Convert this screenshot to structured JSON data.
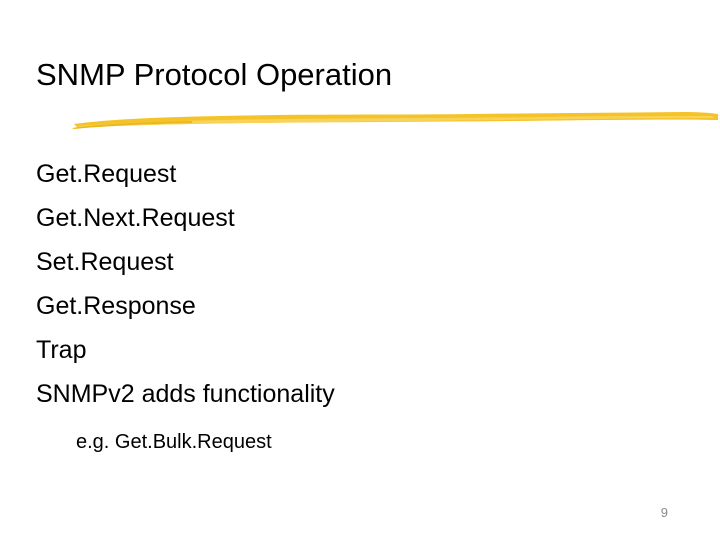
{
  "slide": {
    "title": "SNMP Protocol Operation",
    "bullets": [
      {
        "text": "Get.Request",
        "level": 1
      },
      {
        "text": "Get.Next.Request",
        "level": 1
      },
      {
        "text": "Set.Request",
        "level": 1
      },
      {
        "text": "Get.Response",
        "level": 1
      },
      {
        "text": "Trap",
        "level": 1
      },
      {
        "text": "SNMPv2 adds functionality",
        "level": 1
      },
      {
        "text": "e.g. Get.Bulk.Request",
        "level": 2
      }
    ],
    "page_number": "9",
    "colors": {
      "accent_rule": "#F5C327",
      "accent_rule_light": "#F7D35A",
      "text": "#000000",
      "page_number": "#8A8A8A",
      "background": "#FFFFFF"
    }
  }
}
